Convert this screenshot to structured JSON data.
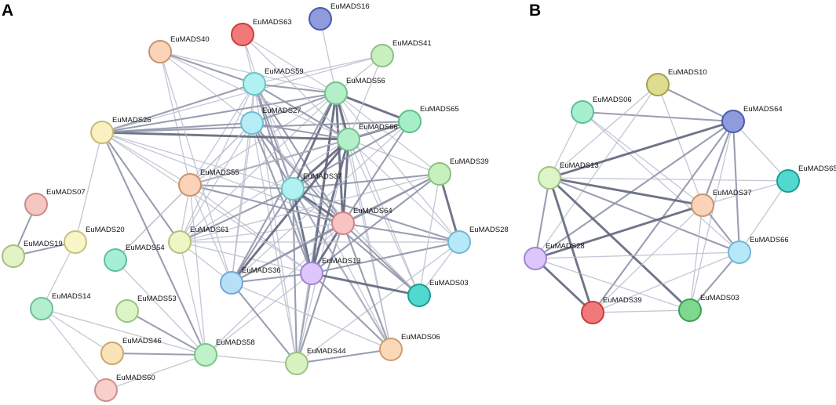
{
  "panels": [
    {
      "letter": "A",
      "nodes": [
        {
          "id": "EuMADS16",
          "fill": "#8e9bdc",
          "stroke": "#4a5aa8"
        },
        {
          "id": "EuMADS63",
          "fill": "#f2797a",
          "stroke": "#c93c3d"
        },
        {
          "id": "EuMADS40",
          "fill": "#fbd3b8",
          "stroke": "#c9936d"
        },
        {
          "id": "EuMADS41",
          "fill": "#c8efbe",
          "stroke": "#8fbf84"
        },
        {
          "id": "EuMADS59",
          "fill": "#b2f1f1",
          "stroke": "#6cc3c3"
        },
        {
          "id": "EuMADS56",
          "fill": "#b3efc8",
          "stroke": "#74c08e"
        },
        {
          "id": "EuMADS65",
          "fill": "#a6efc6",
          "stroke": "#5fbf88"
        },
        {
          "id": "EuMADS27",
          "fill": "#b6ecf6",
          "stroke": "#6dbdd1"
        },
        {
          "id": "EuMADS26",
          "fill": "#fbf0c0",
          "stroke": "#c8b97a"
        },
        {
          "id": "EuMADS66",
          "fill": "#b3efc8",
          "stroke": "#74c08e"
        },
        {
          "id": "EuMADS39",
          "fill": "#c8efbe",
          "stroke": "#8fbf84"
        },
        {
          "id": "EuMADS55",
          "fill": "#fbd3b8",
          "stroke": "#c9936d"
        },
        {
          "id": "EuMADS37",
          "fill": "#b2f1f1",
          "stroke": "#6cc3c3"
        },
        {
          "id": "EuMADS07",
          "fill": "#f6c6c1",
          "stroke": "#c98c85"
        },
        {
          "id": "EuMADS64",
          "fill": "#f9c3c4",
          "stroke": "#d08587"
        },
        {
          "id": "EuMADS20",
          "fill": "#f8f5c8",
          "stroke": "#c5c082"
        },
        {
          "id": "EuMADS61",
          "fill": "#eef6c6",
          "stroke": "#b4c27c"
        },
        {
          "id": "EuMADS28",
          "fill": "#b6e8f8",
          "stroke": "#72b7d4"
        },
        {
          "id": "EuMADS19",
          "fill": "#e4f3c6",
          "stroke": "#a8bd80"
        },
        {
          "id": "EuMADS54",
          "fill": "#a6efd6",
          "stroke": "#5fbf9c"
        },
        {
          "id": "EuMADS36",
          "fill": "#b6e0f8",
          "stroke": "#72a8d4"
        },
        {
          "id": "EuMADS13",
          "fill": "#dcc6fb",
          "stroke": "#a184d2"
        },
        {
          "id": "EuMADS03",
          "fill": "#52d9cf",
          "stroke": "#1f9b92"
        },
        {
          "id": "EuMADS14",
          "fill": "#b3efcf",
          "stroke": "#6fbf93"
        },
        {
          "id": "EuMADS53",
          "fill": "#dcf5c6",
          "stroke": "#9fc182"
        },
        {
          "id": "EuMADS46",
          "fill": "#fbe3b8",
          "stroke": "#c9a76d"
        },
        {
          "id": "EuMADS58",
          "fill": "#bff2c6",
          "stroke": "#7ac587"
        },
        {
          "id": "EuMADS44",
          "fill": "#d8f2c2",
          "stroke": "#9ec27f"
        },
        {
          "id": "EuMADS06",
          "fill": "#fbd9b8",
          "stroke": "#cf9d6d"
        },
        {
          "id": "EuMADS60",
          "fill": "#f9cfcb",
          "stroke": "#d08f8a"
        }
      ],
      "edges": [
        [
          "EuMADS07",
          "EuMADS19",
          2
        ],
        [
          "EuMADS20",
          "EuMADS19",
          2
        ],
        [
          "EuMADS20",
          "EuMADS14",
          1
        ],
        [
          "EuMADS14",
          "EuMADS46",
          1
        ],
        [
          "EuMADS14",
          "EuMADS60",
          1
        ],
        [
          "EuMADS14",
          "EuMADS58",
          1
        ],
        [
          "EuMADS53",
          "EuMADS58",
          2
        ],
        [
          "EuMADS46",
          "EuMADS58",
          2
        ],
        [
          "EuMADS60",
          "EuMADS58",
          1
        ],
        [
          "EuMADS54",
          "EuMADS58",
          1
        ],
        [
          "EuMADS58",
          "EuMADS44",
          1
        ],
        [
          "EuMADS58",
          "EuMADS61",
          1
        ],
        [
          "EuMADS58",
          "EuMADS55",
          1
        ],
        [
          "EuMADS58",
          "EuMADS64",
          1
        ],
        [
          "EuMADS58",
          "EuMADS13",
          1
        ],
        [
          "EuMADS44",
          "EuMADS06",
          2
        ],
        [
          "EuMADS44",
          "EuMADS13",
          2
        ],
        [
          "EuMADS44",
          "EuMADS64",
          2
        ],
        [
          "EuMADS44",
          "EuMADS37",
          2
        ],
        [
          "EuMADS44",
          "EuMADS36",
          2
        ],
        [
          "EuMADS44",
          "EuMADS66",
          1
        ],
        [
          "EuMADS44",
          "EuMADS56",
          1
        ],
        [
          "EuMADS44",
          "EuMADS27",
          1
        ],
        [
          "EuMADS44",
          "EuMADS59",
          1
        ],
        [
          "EuMADS44",
          "EuMADS28",
          1
        ],
        [
          "EuMADS06",
          "EuMADS13",
          2
        ],
        [
          "EuMADS06",
          "EuMADS64",
          2
        ],
        [
          "EuMADS06",
          "EuMADS37",
          2
        ],
        [
          "EuMADS06",
          "EuMADS66",
          1
        ],
        [
          "EuMADS06",
          "EuMADS56",
          1
        ],
        [
          "EuMADS06",
          "EuMADS27",
          1
        ],
        [
          "EuMADS06",
          "EuMADS59",
          1
        ],
        [
          "EuMADS06",
          "EuMADS36",
          1
        ],
        [
          "EuMADS03",
          "EuMADS13",
          3
        ],
        [
          "EuMADS03",
          "EuMADS64",
          2
        ],
        [
          "EuMADS03",
          "EuMADS37",
          2
        ],
        [
          "EuMADS03",
          "EuMADS66",
          1
        ],
        [
          "EuMADS03",
          "EuMADS56",
          1
        ],
        [
          "EuMADS03",
          "EuMADS27",
          1
        ],
        [
          "EuMADS28",
          "EuMADS13",
          2
        ],
        [
          "EuMADS28",
          "EuMADS64",
          2
        ],
        [
          "EuMADS28",
          "EuMADS37",
          2
        ],
        [
          "EuMADS28",
          "EuMADS39",
          3
        ],
        [
          "EuMADS28",
          "EuMADS66",
          1
        ],
        [
          "EuMADS28",
          "EuMADS56",
          1
        ],
        [
          "EuMADS39",
          "EuMADS13",
          2
        ],
        [
          "EuMADS39",
          "EuMADS64",
          2
        ],
        [
          "EuMADS39",
          "EuMADS37",
          2
        ],
        [
          "EuMADS39",
          "EuMADS66",
          1
        ],
        [
          "EuMADS39",
          "EuMADS36",
          2
        ],
        [
          "EuMADS39",
          "EuMADS56",
          1
        ],
        [
          "EuMADS13",
          "EuMADS64",
          3
        ],
        [
          "EuMADS13",
          "EuMADS37",
          3
        ],
        [
          "EuMADS13",
          "EuMADS36",
          2
        ],
        [
          "EuMADS13",
          "EuMADS66",
          3
        ],
        [
          "EuMADS13",
          "EuMADS56",
          3
        ],
        [
          "EuMADS13",
          "EuMADS27",
          2
        ],
        [
          "EuMADS13",
          "EuMADS59",
          2
        ],
        [
          "EuMADS13",
          "EuMADS61",
          1
        ],
        [
          "EuMADS13",
          "EuMADS55",
          1
        ],
        [
          "EuMADS13",
          "EuMADS26",
          1
        ],
        [
          "EuMADS64",
          "EuMADS37",
          3
        ],
        [
          "EuMADS64",
          "EuMADS66",
          3
        ],
        [
          "EuMADS64",
          "EuMADS56",
          3
        ],
        [
          "EuMADS64",
          "EuMADS27",
          2
        ],
        [
          "EuMADS64",
          "EuMADS59",
          2
        ],
        [
          "EuMADS64",
          "EuMADS36",
          2
        ],
        [
          "EuMADS64",
          "EuMADS61",
          1
        ],
        [
          "EuMADS64",
          "EuMADS55",
          2
        ],
        [
          "EuMADS64",
          "EuMADS26",
          1
        ],
        [
          "EuMADS37",
          "EuMADS66",
          3
        ],
        [
          "EuMADS37",
          "EuMADS56",
          3
        ],
        [
          "EuMADS37",
          "EuMADS27",
          2
        ],
        [
          "EuMADS37",
          "EuMADS59",
          2
        ],
        [
          "EuMADS37",
          "EuMADS36",
          2
        ],
        [
          "EuMADS37",
          "EuMADS61",
          2
        ],
        [
          "EuMADS37",
          "EuMADS55",
          2
        ],
        [
          "EuMADS37",
          "EuMADS26",
          1
        ],
        [
          "EuMADS37",
          "EuMADS65",
          2
        ],
        [
          "EuMADS36",
          "EuMADS66",
          3
        ],
        [
          "EuMADS36",
          "EuMADS56",
          2
        ],
        [
          "EuMADS36",
          "EuMADS27",
          1
        ],
        [
          "EuMADS36",
          "EuMADS59",
          1
        ],
        [
          "EuMADS36",
          "EuMADS55",
          1
        ],
        [
          "EuMADS36",
          "EuMADS61",
          1
        ],
        [
          "EuMADS61",
          "EuMADS66",
          1
        ],
        [
          "EuMADS61",
          "EuMADS56",
          1
        ],
        [
          "EuMADS61",
          "EuMADS27",
          1
        ],
        [
          "EuMADS61",
          "EuMADS59",
          1
        ],
        [
          "EuMADS61",
          "EuMADS55",
          1
        ],
        [
          "EuMADS61",
          "EuMADS26",
          2
        ],
        [
          "EuMADS61",
          "EuMADS39",
          1
        ],
        [
          "EuMADS61",
          "EuMADS28",
          1
        ],
        [
          "EuMADS55",
          "EuMADS66",
          2
        ],
        [
          "EuMADS55",
          "EuMADS56",
          1
        ],
        [
          "EuMADS55",
          "EuMADS27",
          1
        ],
        [
          "EuMADS55",
          "EuMADS59",
          1
        ],
        [
          "EuMADS55",
          "EuMADS26",
          1
        ],
        [
          "EuMADS55",
          "EuMADS40",
          1
        ],
        [
          "EuMADS55",
          "EuMADS54",
          1
        ],
        [
          "EuMADS26",
          "EuMADS66",
          3
        ],
        [
          "EuMADS26",
          "EuMADS56",
          2
        ],
        [
          "EuMADS26",
          "EuMADS27",
          2
        ],
        [
          "EuMADS26",
          "EuMADS59",
          2
        ],
        [
          "EuMADS26",
          "EuMADS65",
          2
        ],
        [
          "EuMADS26",
          "EuMADS41",
          1
        ],
        [
          "EuMADS26",
          "EuMADS20",
          1
        ],
        [
          "EuMADS27",
          "EuMADS66",
          2
        ],
        [
          "EuMADS27",
          "EuMADS56",
          2
        ],
        [
          "EuMADS27",
          "EuMADS59",
          1
        ],
        [
          "EuMADS27",
          "EuMADS40",
          1
        ],
        [
          "EuMADS27",
          "EuMADS54",
          1
        ],
        [
          "EuMADS59",
          "EuMADS56",
          2
        ],
        [
          "EuMADS59",
          "EuMADS66",
          2
        ],
        [
          "EuMADS59",
          "EuMADS41",
          1
        ],
        [
          "EuMADS59",
          "EuMADS40",
          2
        ],
        [
          "EuMADS59",
          "EuMADS63",
          1
        ],
        [
          "EuMADS56",
          "EuMADS66",
          3
        ],
        [
          "EuMADS56",
          "EuMADS65",
          3
        ],
        [
          "EuMADS56",
          "EuMADS41",
          1
        ],
        [
          "EuMADS56",
          "EuMADS16",
          1
        ],
        [
          "EuMADS56",
          "EuMADS40",
          1
        ],
        [
          "EuMADS66",
          "EuMADS65",
          3
        ],
        [
          "EuMADS66",
          "EuMADS41",
          1
        ],
        [
          "EuMADS63",
          "EuMADS66",
          1
        ],
        [
          "EuMADS63",
          "EuMADS56",
          1
        ],
        [
          "EuMADS63",
          "EuMADS37",
          1
        ],
        [
          "EuMADS40",
          "EuMADS66",
          1
        ],
        [
          "EuMADS40",
          "EuMADS36",
          1
        ],
        [
          "EuMADS65",
          "EuMADS64",
          2
        ],
        [
          "EuMADS65",
          "EuMADS36",
          1
        ],
        [
          "EuMADS65",
          "EuMADS55",
          1
        ],
        [
          "EuMADS26",
          "EuMADS58",
          2
        ],
        [
          "EuMADS28",
          "EuMADS03",
          1
        ],
        [
          "EuMADS39",
          "EuMADS03",
          1
        ]
      ]
    },
    {
      "letter": "B",
      "nodes": [
        {
          "id": "EuMADS10",
          "fill": "#dedd8f",
          "stroke": "#a3a24f"
        },
        {
          "id": "EuMADS06",
          "fill": "#a6efcf",
          "stroke": "#5fbf93"
        },
        {
          "id": "EuMADS64",
          "fill": "#8e9bdc",
          "stroke": "#4a5aa8"
        },
        {
          "id": "EuMADS13",
          "fill": "#dcf5c6",
          "stroke": "#9fc182"
        },
        {
          "id": "EuMADS65",
          "fill": "#52d9cf",
          "stroke": "#1f9b92"
        },
        {
          "id": "EuMADS37",
          "fill": "#fbd3b8",
          "stroke": "#c9936d"
        },
        {
          "id": "EuMADS28",
          "fill": "#dcc6fb",
          "stroke": "#a184d2"
        },
        {
          "id": "EuMADS66",
          "fill": "#b6e8f8",
          "stroke": "#72b7d4"
        },
        {
          "id": "EuMADS39",
          "fill": "#f2797a",
          "stroke": "#c93c3d"
        },
        {
          "id": "EuMADS03",
          "fill": "#7ed98f",
          "stroke": "#3d9f52"
        }
      ],
      "edges": [
        [
          "EuMADS06",
          "EuMADS64",
          2
        ],
        [
          "EuMADS06",
          "EuMADS13",
          1
        ],
        [
          "EuMADS06",
          "EuMADS37",
          1
        ],
        [
          "EuMADS06",
          "EuMADS66",
          1
        ],
        [
          "EuMADS10",
          "EuMADS64",
          2
        ],
        [
          "EuMADS10",
          "EuMADS13",
          1
        ],
        [
          "EuMADS10",
          "EuMADS37",
          1
        ],
        [
          "EuMADS10",
          "EuMADS28",
          1
        ],
        [
          "EuMADS64",
          "EuMADS13",
          3
        ],
        [
          "EuMADS64",
          "EuMADS65",
          1
        ],
        [
          "EuMADS64",
          "EuMADS37",
          2
        ],
        [
          "EuMADS64",
          "EuMADS66",
          2
        ],
        [
          "EuMADS64",
          "EuMADS28",
          2
        ],
        [
          "EuMADS64",
          "EuMADS39",
          2
        ],
        [
          "EuMADS64",
          "EuMADS03",
          1
        ],
        [
          "EuMADS13",
          "EuMADS37",
          3
        ],
        [
          "EuMADS13",
          "EuMADS65",
          1
        ],
        [
          "EuMADS13",
          "EuMADS66",
          2
        ],
        [
          "EuMADS13",
          "EuMADS28",
          2
        ],
        [
          "EuMADS13",
          "EuMADS39",
          3
        ],
        [
          "EuMADS13",
          "EuMADS03",
          3
        ],
        [
          "EuMADS65",
          "EuMADS37",
          1
        ],
        [
          "EuMADS65",
          "EuMADS66",
          1
        ],
        [
          "EuMADS37",
          "EuMADS28",
          3
        ],
        [
          "EuMADS37",
          "EuMADS66",
          2
        ],
        [
          "EuMADS37",
          "EuMADS03",
          1
        ],
        [
          "EuMADS37",
          "EuMADS39",
          1
        ],
        [
          "EuMADS28",
          "EuMADS66",
          1
        ],
        [
          "EuMADS28",
          "EuMADS39",
          3
        ],
        [
          "EuMADS28",
          "EuMADS03",
          1
        ],
        [
          "EuMADS66",
          "EuMADS39",
          1
        ],
        [
          "EuMADS66",
          "EuMADS03",
          2
        ],
        [
          "EuMADS39",
          "EuMADS03",
          1
        ]
      ]
    }
  ]
}
